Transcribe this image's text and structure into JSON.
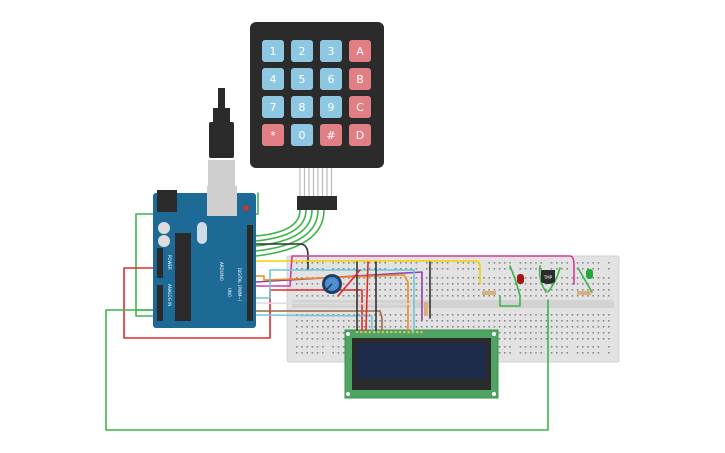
{
  "keypad": {
    "keys": [
      {
        "label": "1",
        "type": "num"
      },
      {
        "label": "2",
        "type": "num"
      },
      {
        "label": "3",
        "type": "num"
      },
      {
        "label": "A",
        "type": "letter"
      },
      {
        "label": "4",
        "type": "num"
      },
      {
        "label": "5",
        "type": "num"
      },
      {
        "label": "6",
        "type": "num"
      },
      {
        "label": "B",
        "type": "letter"
      },
      {
        "label": "7",
        "type": "num"
      },
      {
        "label": "8",
        "type": "num"
      },
      {
        "label": "9",
        "type": "num"
      },
      {
        "label": "C",
        "type": "letter"
      },
      {
        "label": "*",
        "type": "letter"
      },
      {
        "label": "0",
        "type": "num"
      },
      {
        "label": "#",
        "type": "letter"
      },
      {
        "label": "D",
        "type": "letter"
      }
    ],
    "colors": {
      "num": "#8ec7e2",
      "letter": "#e17f84",
      "body": "#2b2b2b"
    }
  },
  "arduino": {
    "model_label": "UNO",
    "brand_label": "ARDUINO",
    "digital_label": "DIGITAL (PWM~)",
    "analog_label": "ANALOG IN",
    "power_label": "POWER",
    "color": "#1e6a97"
  },
  "sensor": {
    "label": "TMP"
  },
  "lcd": {
    "screen_color": "#1e2b4b",
    "board_color": "#4ea563"
  },
  "wire_colors": {
    "green": "#3cb54a",
    "red": "#e02b2b",
    "black": "#333333",
    "yellow": "#f2d200",
    "orange": "#f28c1e",
    "purple": "#8e44ad",
    "magenta": "#d63a9a",
    "cyan": "#6cc7dc",
    "brown": "#9a6a44",
    "white": "#dddddd"
  },
  "leds": {
    "red": "#a01818",
    "green": "#22a83a"
  }
}
